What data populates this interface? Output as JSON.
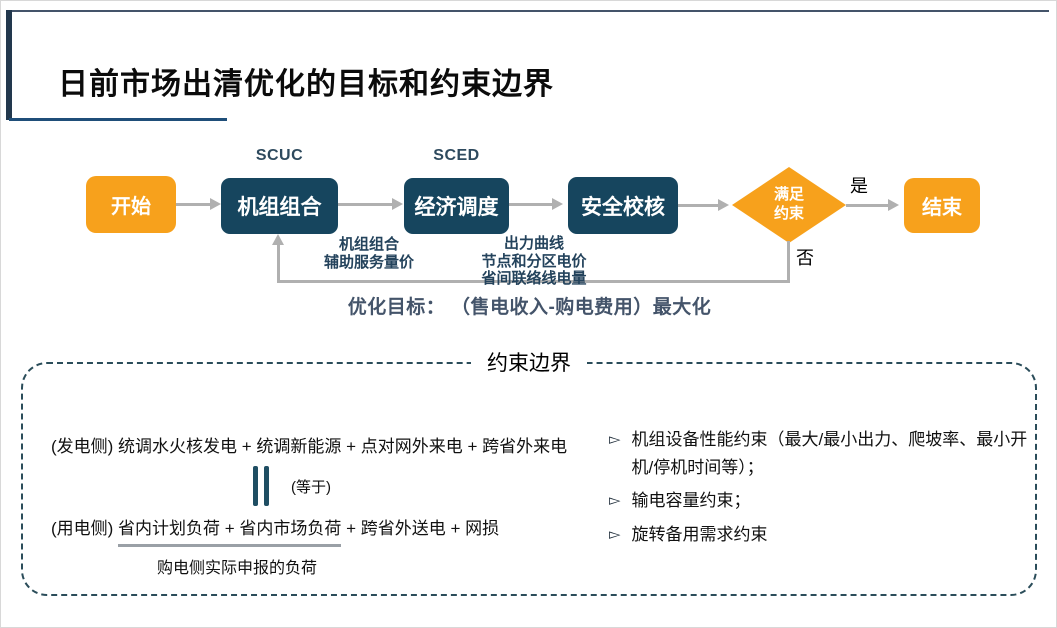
{
  "title": {
    "text": "日前市场出清优化的目标和约束边界"
  },
  "flow": {
    "scuc_label": "SCUC",
    "sced_label": "SCED",
    "start": "开始",
    "unit_commitment": "机组组合",
    "economic_dispatch": "经济调度",
    "security_check": "安全校核",
    "decision_line1": "满足",
    "decision_line2": "约束",
    "end": "结束",
    "yes_label": "是",
    "no_label": "否",
    "uc_output_line1": "机组组合",
    "uc_output_line2": "辅助服务量价",
    "ed_output_line1": "出力曲线",
    "ed_output_line2": "节点和分区电价",
    "ed_output_line3": "省间联络线电量"
  },
  "objective": {
    "text": "优化目标： （售电收入-购电费用）最大化"
  },
  "constraints": {
    "box_title": "约束边界",
    "gen_side": "(发电侧) 统调水火核发电 + 统调新能源 + 点对网外来电 + 跨省外来电",
    "equals_label": "(等于)",
    "load_prefix": "(用电侧) ",
    "load_underlined": "省内计划负荷 + 省内市场负荷",
    "load_rest": " + 跨省外送电 + 网损",
    "load_note": "购电侧实际申报的负荷",
    "bullet_glyph": "▻",
    "bullets": [
      "机组设备性能约束（最大/最小出力、爬坡率、最小开机/停机时间等）；",
      "输电容量约束；",
      "旋转备用需求约束"
    ]
  },
  "colors": {
    "accent_orange": "#F7A11C",
    "node_navy": "#16455E",
    "arrow_gray": "#b0b0b0",
    "title_underline_navy": "#1F4E79",
    "dashed_border": "#2b4d5a"
  }
}
